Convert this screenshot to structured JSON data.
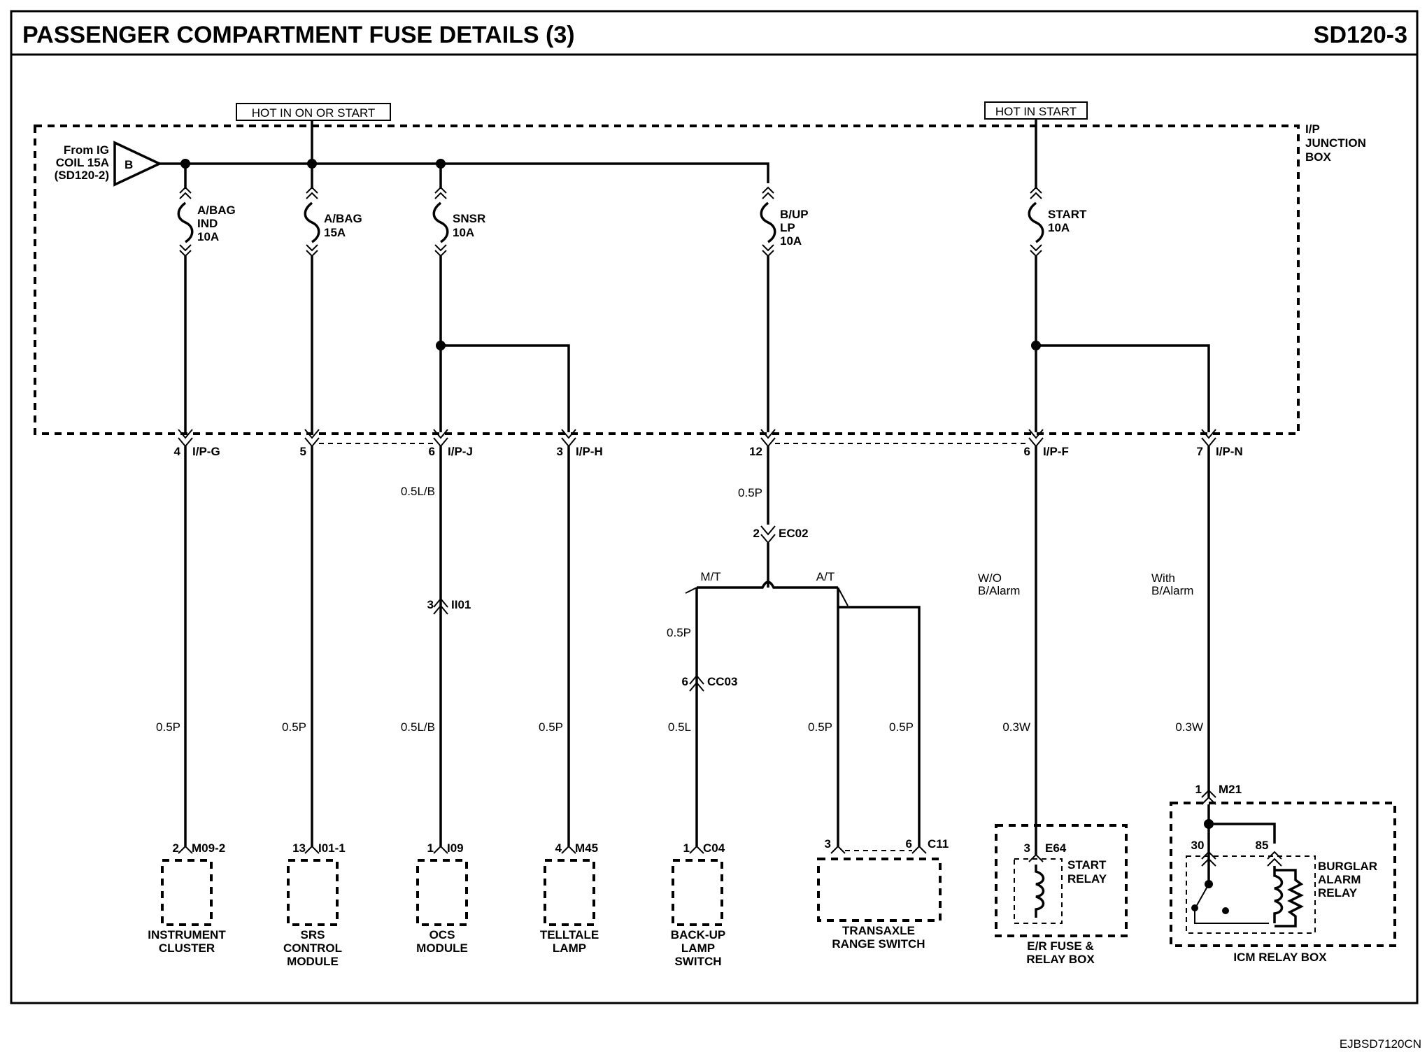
{
  "header": {
    "title": "PASSENGER COMPARTMENT FUSE DETAILS (3)",
    "page_code": "SD120-3"
  },
  "footer": {
    "drawing_id": "EJBSD7120CN"
  },
  "power": {
    "hot_on_or_start": "HOT IN ON OR START",
    "hot_in_start": "HOT IN START",
    "source_line1": "From IG",
    "source_line2": "COIL 15A",
    "source_line3": "(SD120-2)",
    "source_tag": "B"
  },
  "junction_box": {
    "line1": "I/P",
    "line2": "JUNCTION",
    "line3": "BOX"
  },
  "fuses": {
    "abag_ind": {
      "l1": "A/BAG",
      "l2": "IND",
      "l3": "10A"
    },
    "abag": {
      "l1": "A/BAG",
      "l2": "15A"
    },
    "snsr": {
      "l1": "SNSR",
      "l2": "10A"
    },
    "bup": {
      "l1": "B/UP",
      "l2": "LP",
      "l3": "10A"
    },
    "start": {
      "l1": "START",
      "l2": "10A"
    }
  },
  "connectors": {
    "ipg_pin": "4",
    "ipg": "I/P-G",
    "ip5_pin": "5",
    "ipj_pin": "6",
    "ipj": "I/P-J",
    "iph_pin": "3",
    "iph": "I/P-H",
    "ip12_pin": "12",
    "ipf_pin": "6",
    "ipf": "I/P-F",
    "ipn_pin": "7",
    "ipn": "I/P-N",
    "ec02_pin": "2",
    "ec02": "EC02",
    "ii01_pin": "3",
    "ii01": "II01",
    "cc03_pin": "6",
    "cc03": "CC03",
    "m21_pin": "1",
    "m21": "M21",
    "m092_pin": "2",
    "m092": "M09-2",
    "i011_pin": "13",
    "i011": "I01-1",
    "i09_pin": "1",
    "i09": "I09",
    "m45_pin": "4",
    "m45": "M45",
    "c04_pin": "1",
    "c04": "C04",
    "c11_pin3": "3",
    "c11_pin6": "6",
    "c11": "C11",
    "e64_pin": "3",
    "e64": "E64",
    "relay_30": "30",
    "relay_85": "85"
  },
  "wires": {
    "ipj_top": "0.5L/B",
    "ip12_top": "0.5P",
    "mt_branch": "M/T",
    "at_branch": "A/T",
    "mt_upper": "0.5P",
    "w_cluster": "0.5P",
    "w_srs": "0.5P",
    "w_ocs": "0.5L/B",
    "w_telltale": "0.5P",
    "w_backup": "0.5L",
    "w_trans1": "0.5P",
    "w_trans2": "0.5P",
    "w_er": "0.3W",
    "w_icm": "0.3W",
    "wo_alarm_l1": "W/O",
    "wo_alarm_l2": "B/Alarm",
    "with_alarm_l1": "With",
    "with_alarm_l2": "B/Alarm"
  },
  "components": {
    "cluster_l1": "INSTRUMENT",
    "cluster_l2": "CLUSTER",
    "srs_l1": "SRS",
    "srs_l2": "CONTROL",
    "srs_l3": "MODULE",
    "ocs_l1": "OCS",
    "ocs_l2": "MODULE",
    "telltale_l1": "TELLTALE",
    "telltale_l2": "LAMP",
    "backup_l1": "BACK-UP",
    "backup_l2": "LAMP",
    "backup_l3": "SWITCH",
    "trans_l1": "TRANSAXLE",
    "trans_l2": "RANGE SWITCH",
    "start_relay_l1": "START",
    "start_relay_l2": "RELAY",
    "er_box_l1": "E/R FUSE &",
    "er_box_l2": "RELAY BOX",
    "burglar_l1": "BURGLAR",
    "burglar_l2": "ALARM",
    "burglar_l3": "RELAY",
    "icm_box": "ICM RELAY BOX"
  }
}
